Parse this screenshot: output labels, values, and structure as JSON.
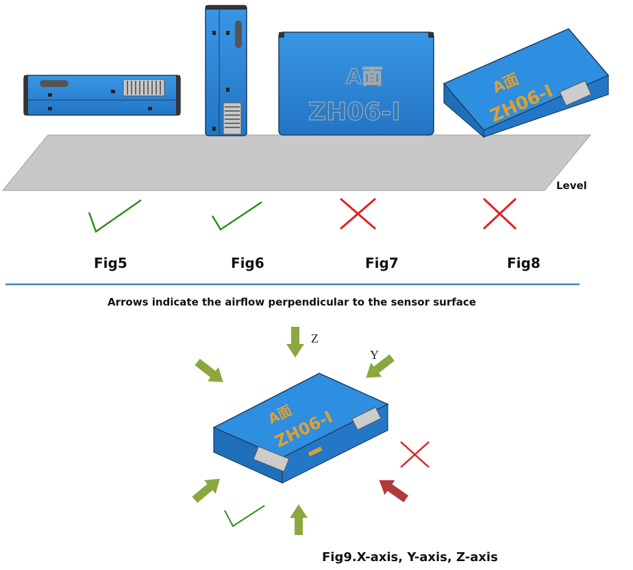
{
  "top": {
    "level_label": "Level",
    "figures": [
      {
        "label": "Fig5",
        "mark": "check",
        "mark_color": "#2e8b1e"
      },
      {
        "label": "Fig6",
        "mark": "check",
        "mark_color": "#2e8b1e"
      },
      {
        "label": "Fig7",
        "mark": "cross",
        "mark_color": "#e02020"
      },
      {
        "label": "Fig8",
        "mark": "cross",
        "mark_color": "#e02020"
      }
    ],
    "sensor_text": {
      "line1": "A面",
      "line2": "ZH06-Ⅰ"
    }
  },
  "bottom": {
    "caption": "Arrows indicate the airflow perpendicular to the sensor surface",
    "axis_z": "Z",
    "axis_y": "Y",
    "fig9_label": "Fig9.X-axis, Y-axis, Z-axis",
    "sensor_text": {
      "line1": "A面",
      "line2": "ZH06-Ⅰ"
    }
  },
  "colors": {
    "sensor_blue": "#2b86d8",
    "sensor_dark": "#1b5f9e",
    "level_plate": "#c8c8c8",
    "divider": "#4a7fbf",
    "arrow_green": "#8aa83f",
    "arrow_red": "#b03a3a",
    "check_green": "#2e8b1e",
    "cross_red": "#e02020",
    "label_orange": "#e0a030"
  }
}
